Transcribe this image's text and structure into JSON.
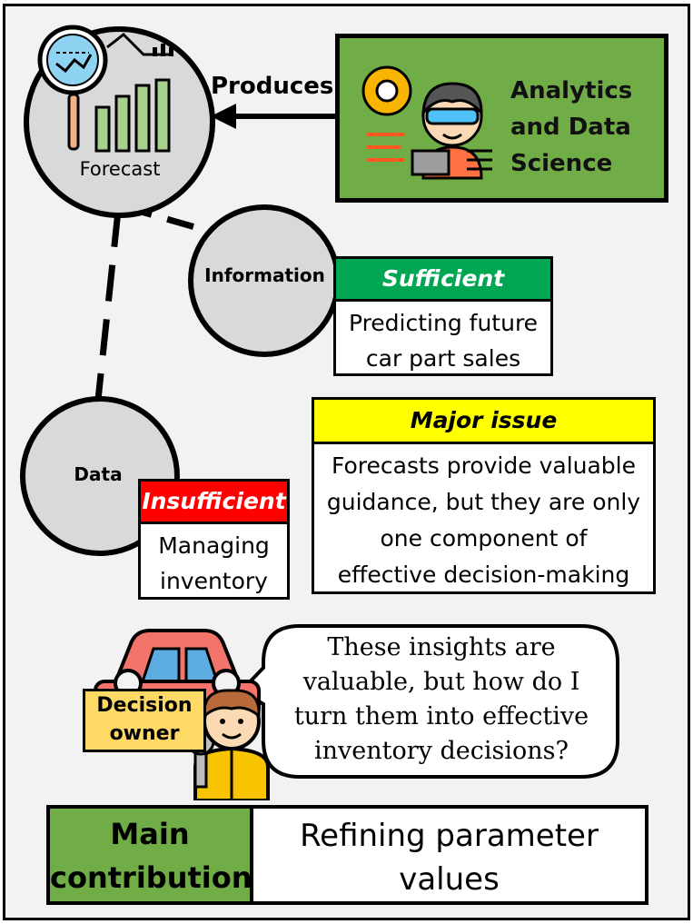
{
  "forecast": {
    "label": "Forecast"
  },
  "arrow": {
    "label": "Produces"
  },
  "analytics": {
    "label_line1": "Analytics",
    "label_line2": "and Data",
    "label_line3": "Science"
  },
  "information": {
    "label": "Information",
    "status": "Sufficient",
    "status_color": "#00a651",
    "text_line1": "Predicting future",
    "text_line2": "car part sales"
  },
  "data_node": {
    "label": "Data",
    "status": "Insufficient",
    "status_color": "#ff0000",
    "text_line1": "Managing",
    "text_line2": "inventory"
  },
  "issue": {
    "title": "Major issue",
    "title_color": "#ffff00",
    "text_line1": "Forecasts provide valuable",
    "text_line2": "guidance, but they are only",
    "text_line3": "one component of",
    "text_line4": "effective decision-making"
  },
  "decision_owner": {
    "label_line1": "Decision",
    "label_line2": "owner",
    "speech_line1": "These insights are",
    "speech_line2": "valuable, but how do I",
    "speech_line3": "turn them into effective",
    "speech_line4": "inventory decisions?"
  },
  "contribution": {
    "label_line1": "Main",
    "label_line2": "contribution",
    "text_line1": "Refining parameter",
    "text_line2": "values"
  },
  "colors": {
    "green": "#70ad47",
    "tag_yellow": "#ffd966",
    "node_gray": "#d9d9d9"
  }
}
